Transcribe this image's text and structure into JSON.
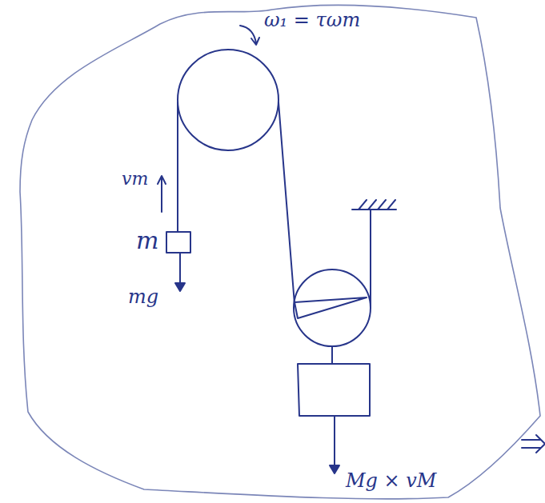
{
  "diagram": {
    "labels": [
      "ω₁ = τωm",
      "vm",
      "m",
      "mg",
      "Mg × vM"
    ]
  }
}
